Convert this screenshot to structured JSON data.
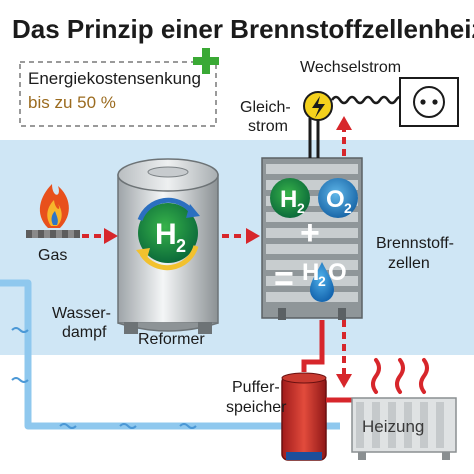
{
  "title": "Das Prinzip einer Brennstoffzellenheizung",
  "savings": {
    "line1": "Energiekostensenkung",
    "line2": "bis zu 50 %"
  },
  "labels": {
    "gas": "Gas",
    "wasserdampf_1": "Wasser-",
    "wasserdampf_2": "dampf",
    "reformer": "Reformer",
    "wechselstrom": "Wechselstrom",
    "gleichstrom_1": "Gleich-",
    "gleichstrom_2": "strom",
    "brennstoffzellen_1": "Brennstoff-",
    "brennstoffzellen_2": "zellen",
    "pufferspeicher_1": "Puffer-",
    "pufferspeicher_2": "speicher",
    "heizung": "Heizung"
  },
  "chemistry": {
    "h2": "H",
    "h2_sub": "2",
    "o2": "O",
    "o2_sub": "2",
    "plus": "+",
    "equals": "=",
    "h2o_h": "H",
    "h2o_sub": "2",
    "h2o_o": "O"
  },
  "colors": {
    "background_band": "#cfe6f5",
    "arrow_red": "#d7262b",
    "pipe_blue": "#8fc8ee",
    "plus_green": "#3aa935",
    "savings_text": "#9b6b1f"
  }
}
